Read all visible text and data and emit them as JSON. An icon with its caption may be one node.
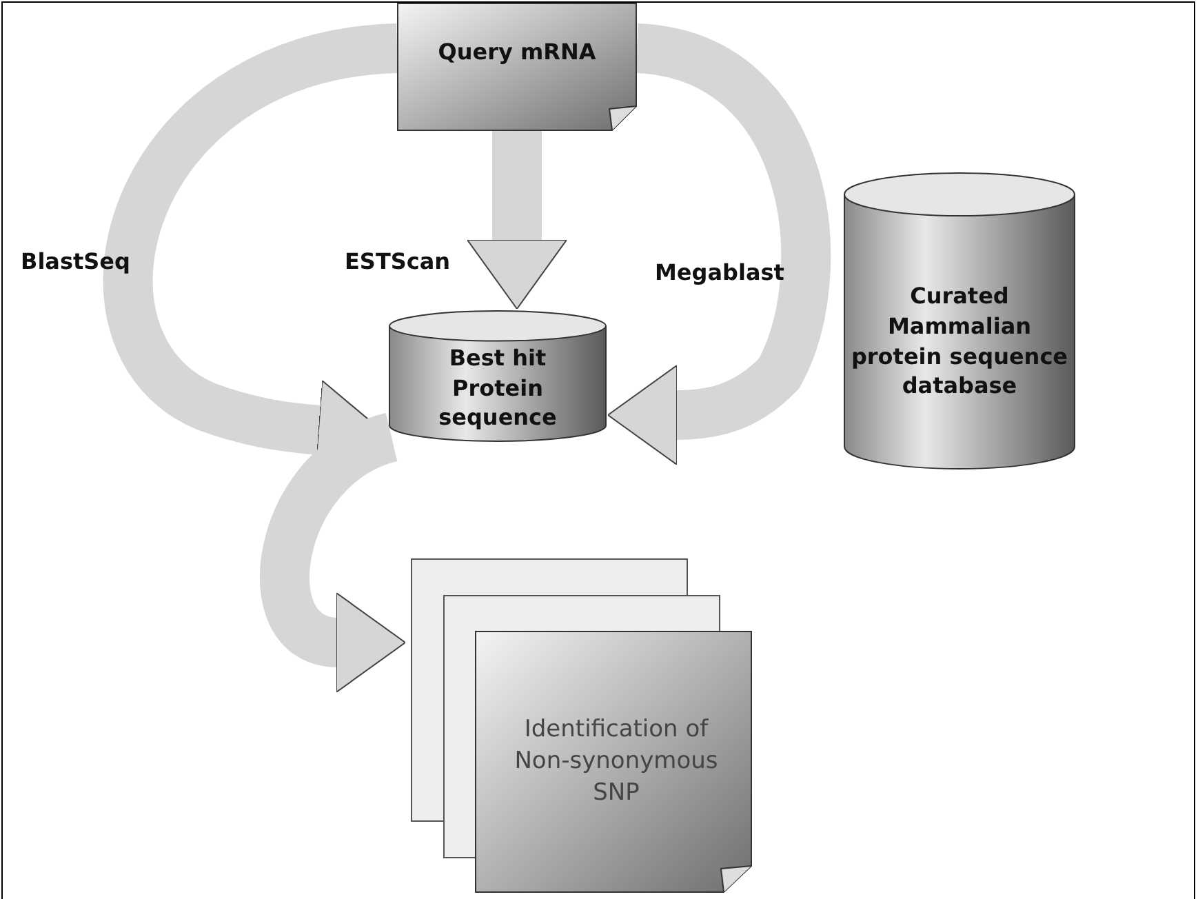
{
  "diagram": {
    "nodes": [
      {
        "text": [
          "Query mRNA"
        ]
      },
      {
        "text": [
          "Curated Mammalian protein sequence database"
        ]
      },
      {
        "text": [
          "Best hit Protein sequence"
        ]
      },
      {
        "text": [
          "Identification of Non-synonymous SNP"
        ]
      }
    ],
    "edges": [
      {
        "from": 0,
        "to": 2,
        "arrow": "to",
        "label": "BlastSeq"
      },
      {
        "from": 0,
        "to": 2,
        "arrow": "to",
        "label": "ESTScan"
      },
      {
        "from": 0,
        "to": 2,
        "arrow": "to",
        "label": "Megablast"
      },
      {
        "from": 2,
        "to": 3,
        "arrow": "to"
      }
    ]
  }
}
